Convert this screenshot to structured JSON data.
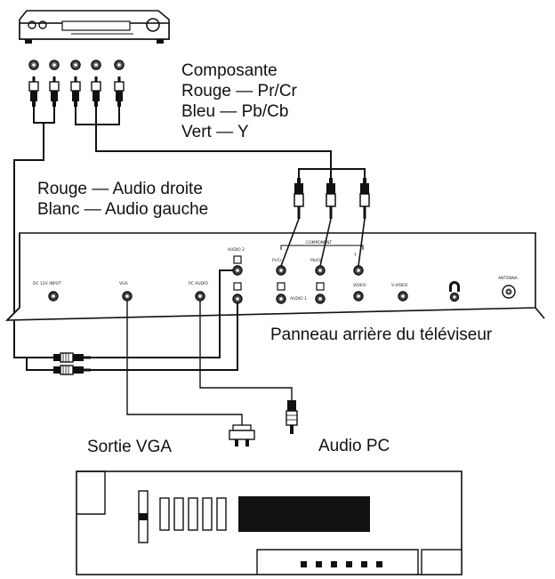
{
  "component_legend": {
    "title": "Composante",
    "red": "Rouge — Pr/Cr",
    "blue": "Bleu — Pb/Cb",
    "green": "Vert — Y"
  },
  "audio_legend": {
    "right": "Rouge — Audio droite",
    "left": "Blanc — Audio gauche"
  },
  "tv_panel": {
    "caption": "Panneau arrière du téléviseur",
    "dc_input": "DC 12V INPUT",
    "vga": "VGA",
    "pc_audio": "PC AUDIO",
    "audio2": "AUDIO 2",
    "component": "COMPONENT",
    "pr": "Pr/Cr",
    "pb": "Pb/Cb",
    "y": "Y",
    "video": "VIDEO",
    "s_video": "S-VIDEO",
    "audio1": "AUDIO 1",
    "antenna": "ANTENNA"
  },
  "pc": {
    "vga_out": "Sortie VGA",
    "pc_audio": "Audio PC"
  }
}
